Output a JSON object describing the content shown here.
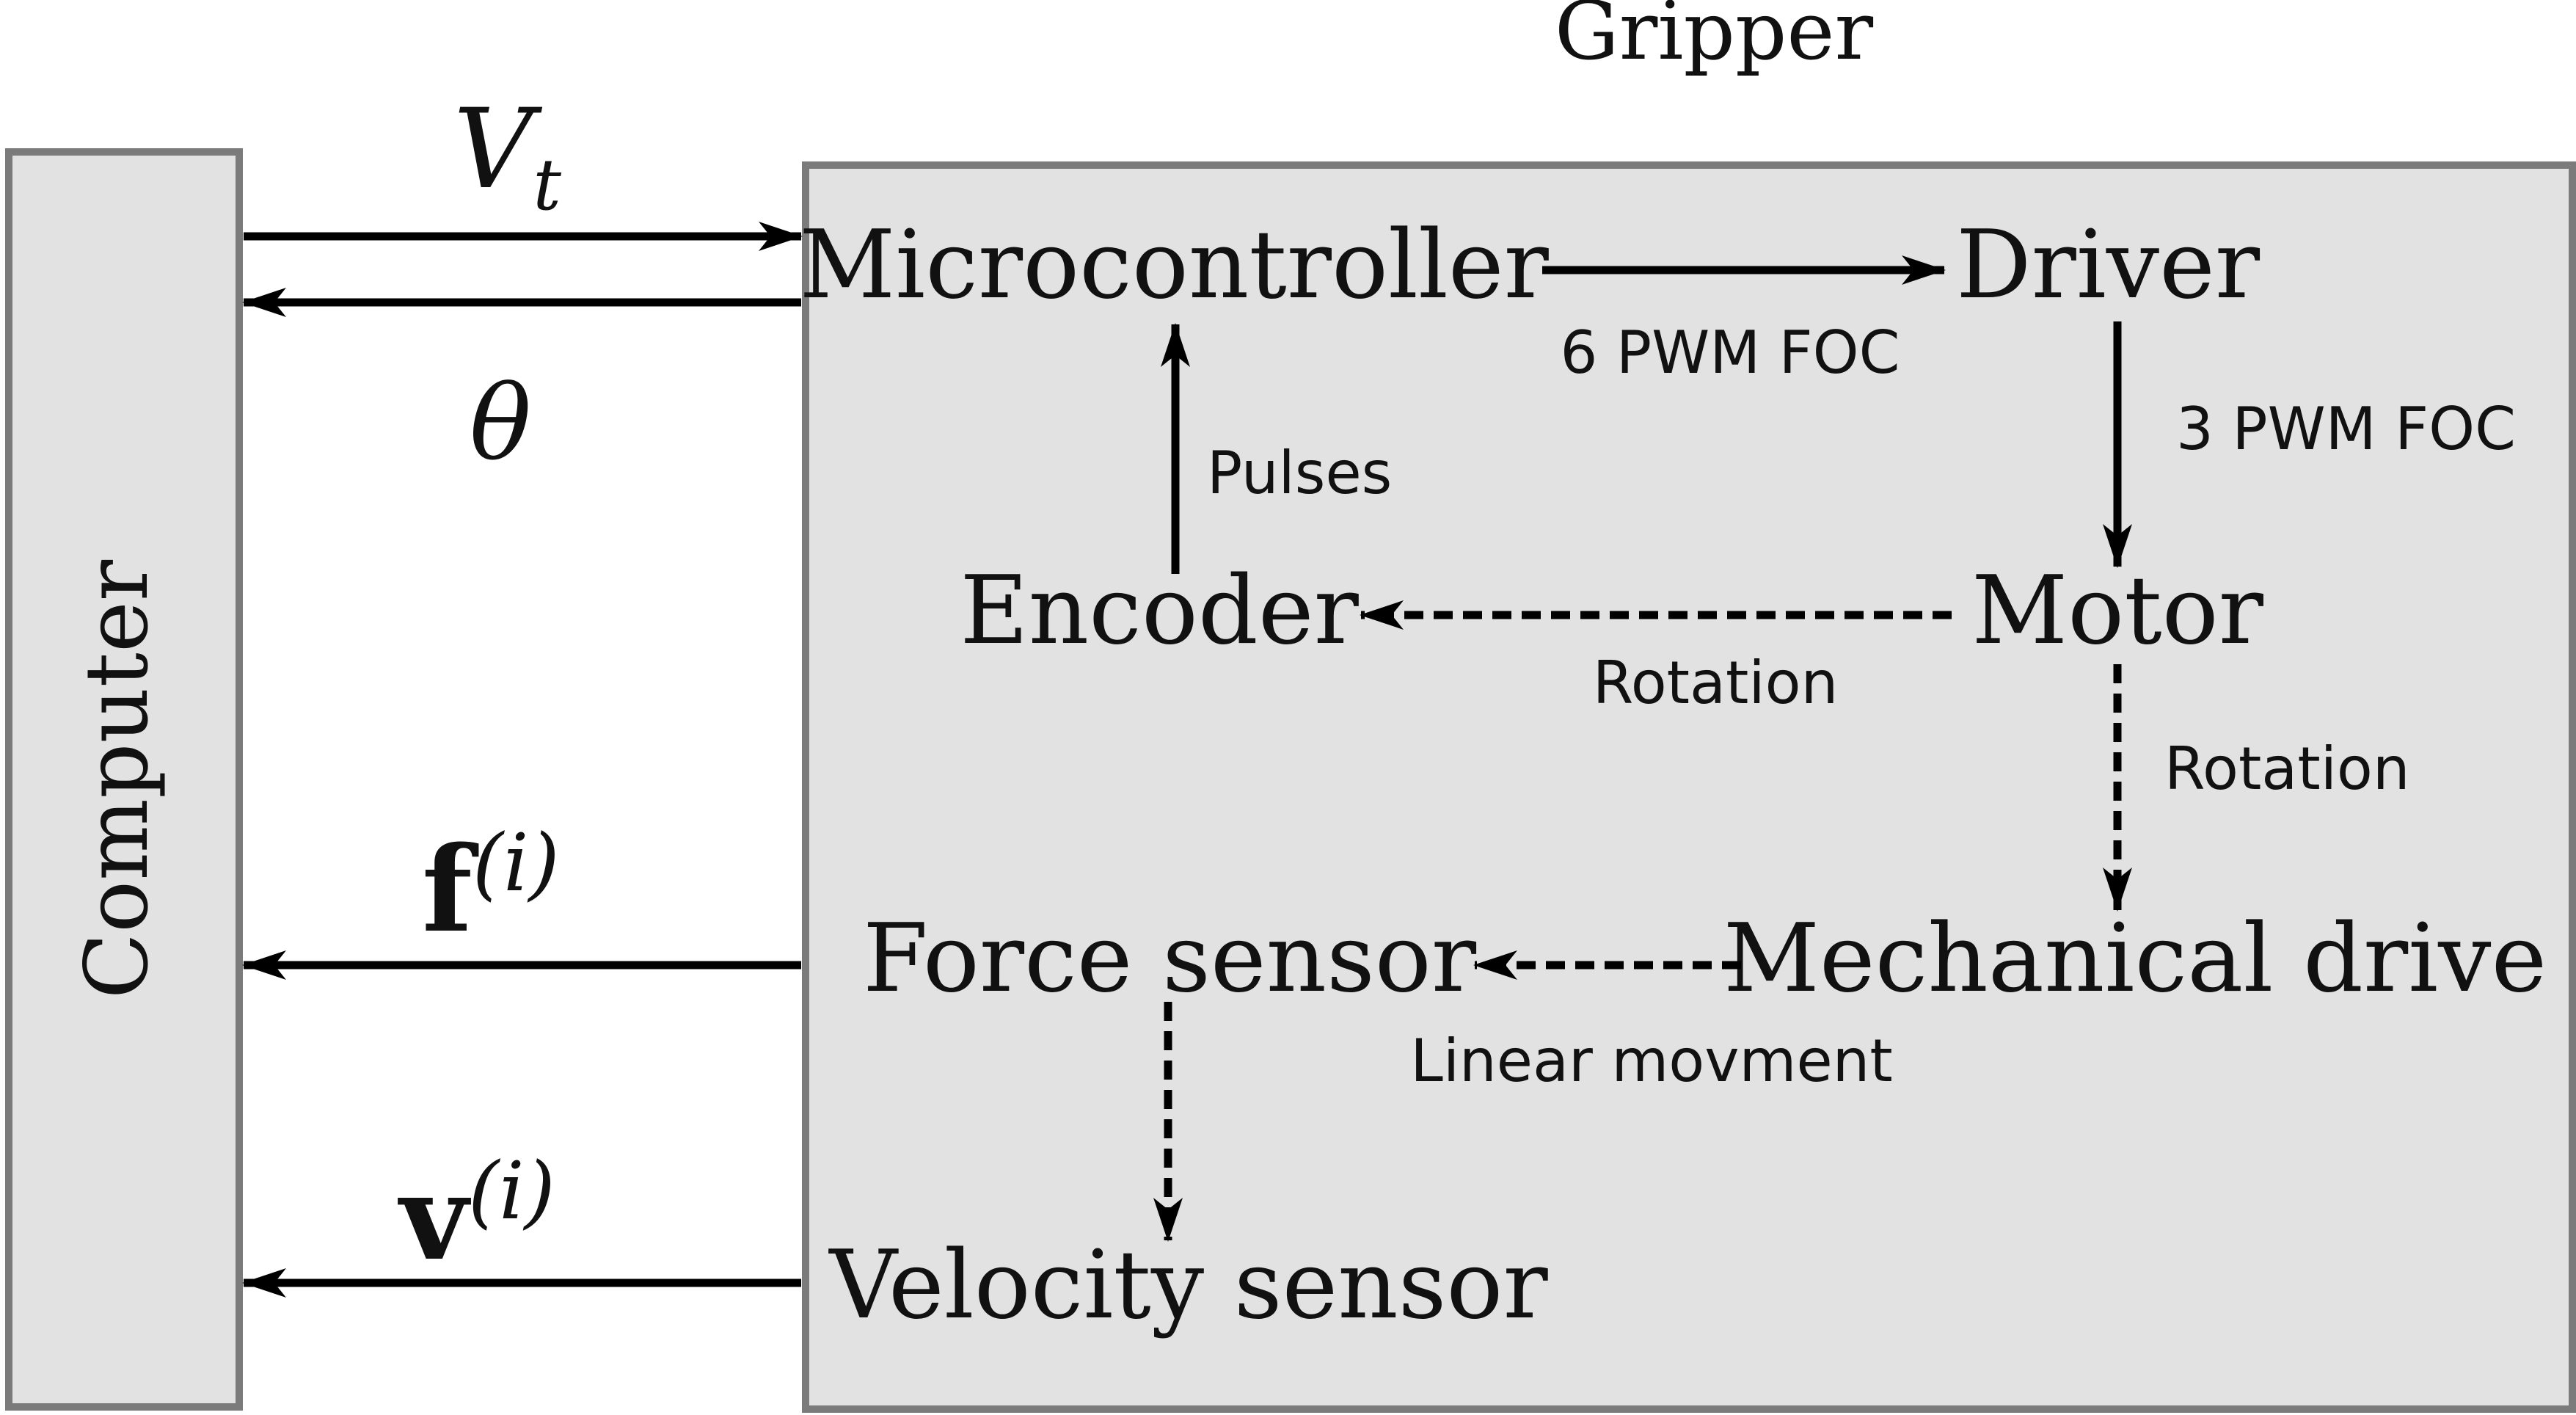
{
  "blocks": {
    "computer": "Computer",
    "gripper": "Gripper",
    "microcontroller": "Microcontroller",
    "driver": "Driver",
    "encoder": "Encoder",
    "motor": "Motor",
    "force_sensor": "Force sensor",
    "mechanical_drive": "Mechanical drive",
    "velocity_sensor": "Velocity sensor"
  },
  "signals": {
    "vt_base": "V",
    "vt_sub": "t",
    "theta": "θ",
    "f_base": "f",
    "f_sup": "(i)",
    "v_base": "v",
    "v_sup": "(i)"
  },
  "edge_labels": {
    "mcu_to_driver": "6 PWM FOC",
    "driver_to_motor": "3 PWM FOC",
    "encoder_to_mcu": "Pulses",
    "motor_to_encoder": "Rotation",
    "motor_to_mech": "Rotation",
    "mech_to_force": "Linear movment"
  }
}
